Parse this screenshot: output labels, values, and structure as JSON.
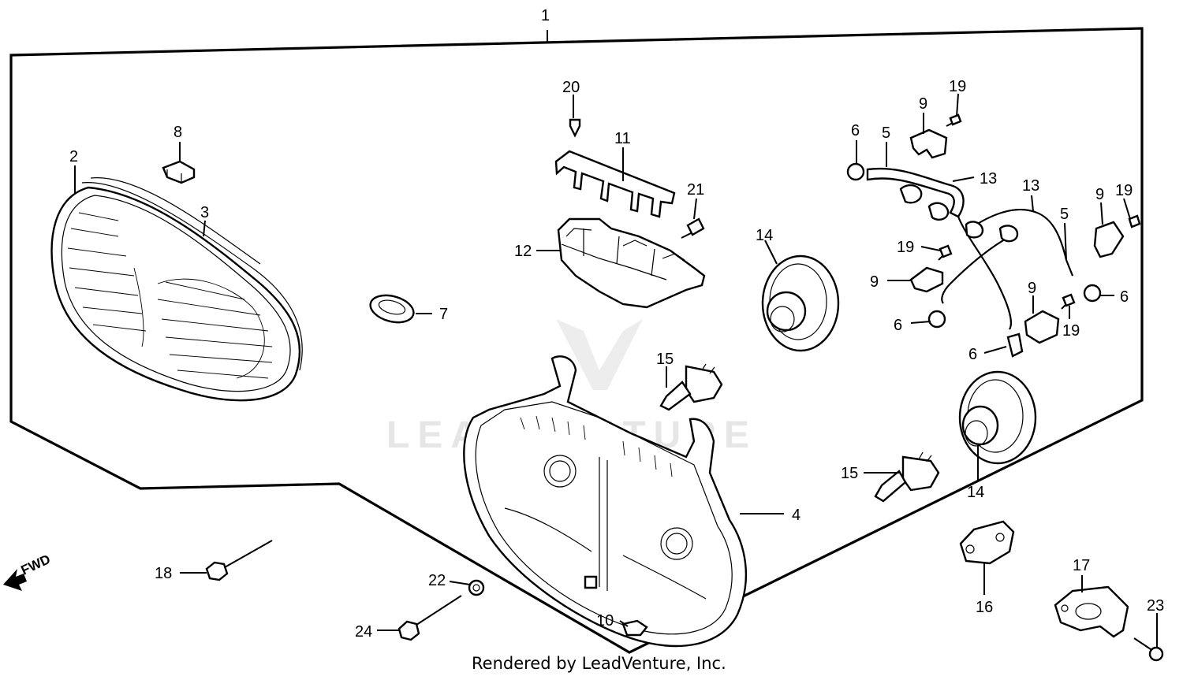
{
  "diagram": {
    "assembly_label": "1",
    "credit": "Rendered by LeadVenture, Inc.",
    "watermark": "LEADVENTURE",
    "direction_label": "FWD",
    "callouts": [
      {
        "id": "c2",
        "text": "2"
      },
      {
        "id": "c3",
        "text": "3"
      },
      {
        "id": "c4",
        "text": "4"
      },
      {
        "id": "c5a",
        "text": "5"
      },
      {
        "id": "c5b",
        "text": "5"
      },
      {
        "id": "c6a",
        "text": "6"
      },
      {
        "id": "c6b",
        "text": "6"
      },
      {
        "id": "c6c",
        "text": "6"
      },
      {
        "id": "c6d",
        "text": "6"
      },
      {
        "id": "c7",
        "text": "7"
      },
      {
        "id": "c8",
        "text": "8"
      },
      {
        "id": "c9a",
        "text": "9"
      },
      {
        "id": "c9b",
        "text": "9"
      },
      {
        "id": "c9c",
        "text": "9"
      },
      {
        "id": "c9d",
        "text": "9"
      },
      {
        "id": "c10",
        "text": "10"
      },
      {
        "id": "c11",
        "text": "11"
      },
      {
        "id": "c12",
        "text": "12"
      },
      {
        "id": "c13a",
        "text": "13"
      },
      {
        "id": "c13b",
        "text": "13"
      },
      {
        "id": "c14a",
        "text": "14"
      },
      {
        "id": "c14b",
        "text": "14"
      },
      {
        "id": "c15a",
        "text": "15"
      },
      {
        "id": "c15b",
        "text": "15"
      },
      {
        "id": "c16",
        "text": "16"
      },
      {
        "id": "c17",
        "text": "17"
      },
      {
        "id": "c18",
        "text": "18"
      },
      {
        "id": "c19a",
        "text": "19"
      },
      {
        "id": "c19b",
        "text": "19"
      },
      {
        "id": "c19c",
        "text": "19"
      },
      {
        "id": "c19d",
        "text": "19"
      },
      {
        "id": "c20",
        "text": "20"
      },
      {
        "id": "c21",
        "text": "21"
      },
      {
        "id": "c22",
        "text": "22"
      },
      {
        "id": "c23",
        "text": "23"
      },
      {
        "id": "c24",
        "text": "24"
      }
    ]
  }
}
